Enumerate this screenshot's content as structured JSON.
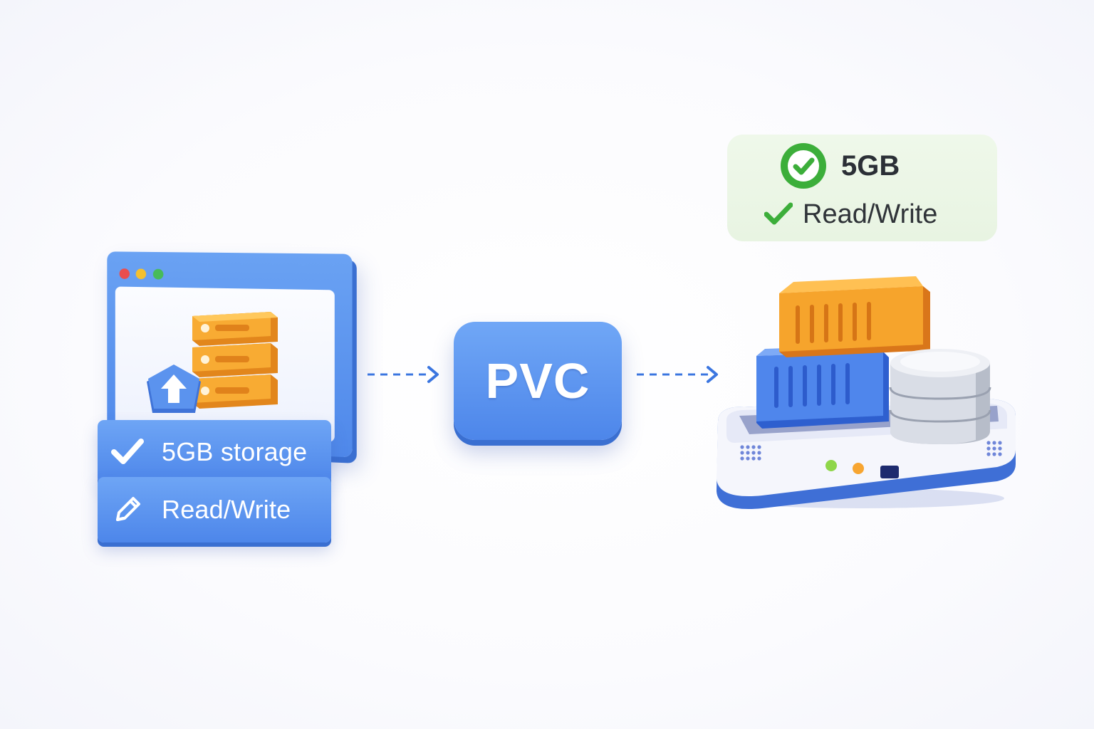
{
  "request": {
    "capacity_label": "5GB storage",
    "access_label": "Read/Write"
  },
  "claim": {
    "label": "PVC"
  },
  "provisioned": {
    "capacity": "5GB",
    "access": "Read/Write"
  },
  "colors": {
    "primary_blue": "#4f88ea",
    "accent_orange": "#f5a623",
    "success_green": "#3fae3b",
    "card_green_bg": "#eaf5e4"
  },
  "icons": {
    "window_controls": [
      "red-dot",
      "yellow-dot",
      "green-dot"
    ],
    "request_storage": "server-stack-icon",
    "upload": "upload-arrow-icon",
    "capacity_check": "checkmark-icon",
    "access_edit": "pencil-icon",
    "flow": "dashed-arrow-icon",
    "target": "storage-node-icon"
  }
}
